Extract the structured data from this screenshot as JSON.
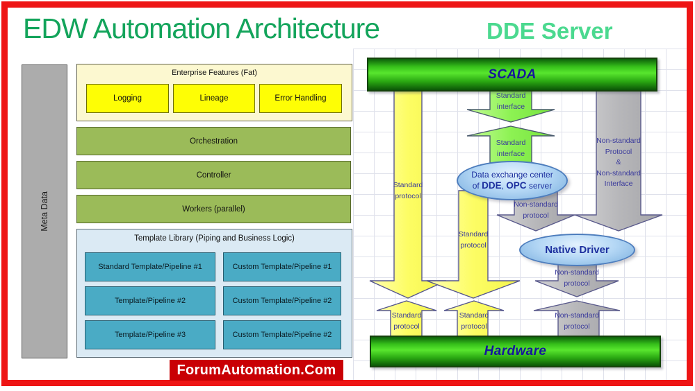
{
  "titles": {
    "main": "EDW Automation Architecture",
    "right": "DDE Server"
  },
  "colors": {
    "frame": "#ee1515",
    "title_green": "#13a45b",
    "dde_green": "#4bd98f",
    "olive_layer": "#9bbb59",
    "teal_cell": "#4aabc5",
    "banner_red": "#c90004"
  },
  "left_diagram": {
    "meta_data": "Meta Data",
    "enterprise": {
      "label": "Enterprise Features (Fat)",
      "items": [
        "Logging",
        "Lineage",
        "Error Handling"
      ]
    },
    "layers": [
      "Orchestration",
      "Controller",
      "Workers (parallel)"
    ],
    "template_library": {
      "label": "Template Library (Piping and Business Logic)",
      "rows": [
        [
          "Standard Template/Pipeline #1",
          "Custom Template/Pipeline #1"
        ],
        [
          "Template/Pipeline #2",
          "Custom Template/Pipeline #2"
        ],
        [
          "Template/Pipeline #3",
          "Custom Template/Pipeline #2"
        ]
      ]
    },
    "banner": "ForumAutomation.Com"
  },
  "right_diagram": {
    "scada": "SCADA",
    "hardware": "Hardware",
    "exchange_ellipse": {
      "line1": "Data exchange center",
      "l2_p1": "of ",
      "l2_b1": "DDE",
      "l2_p2": ", ",
      "l2_b2": "OPC",
      "l2_p3": " server"
    },
    "native_driver": "Native Driver",
    "labels": {
      "std_interface": [
        "Standard",
        "interface"
      ],
      "std_protocol": [
        "Standard",
        "protocol"
      ],
      "nonstd_protocol": [
        "Non-standard",
        "protocol"
      ],
      "nonstd_full": [
        "Non-standard",
        "Protocol",
        "&",
        "Non-standard",
        "Interface"
      ]
    }
  }
}
